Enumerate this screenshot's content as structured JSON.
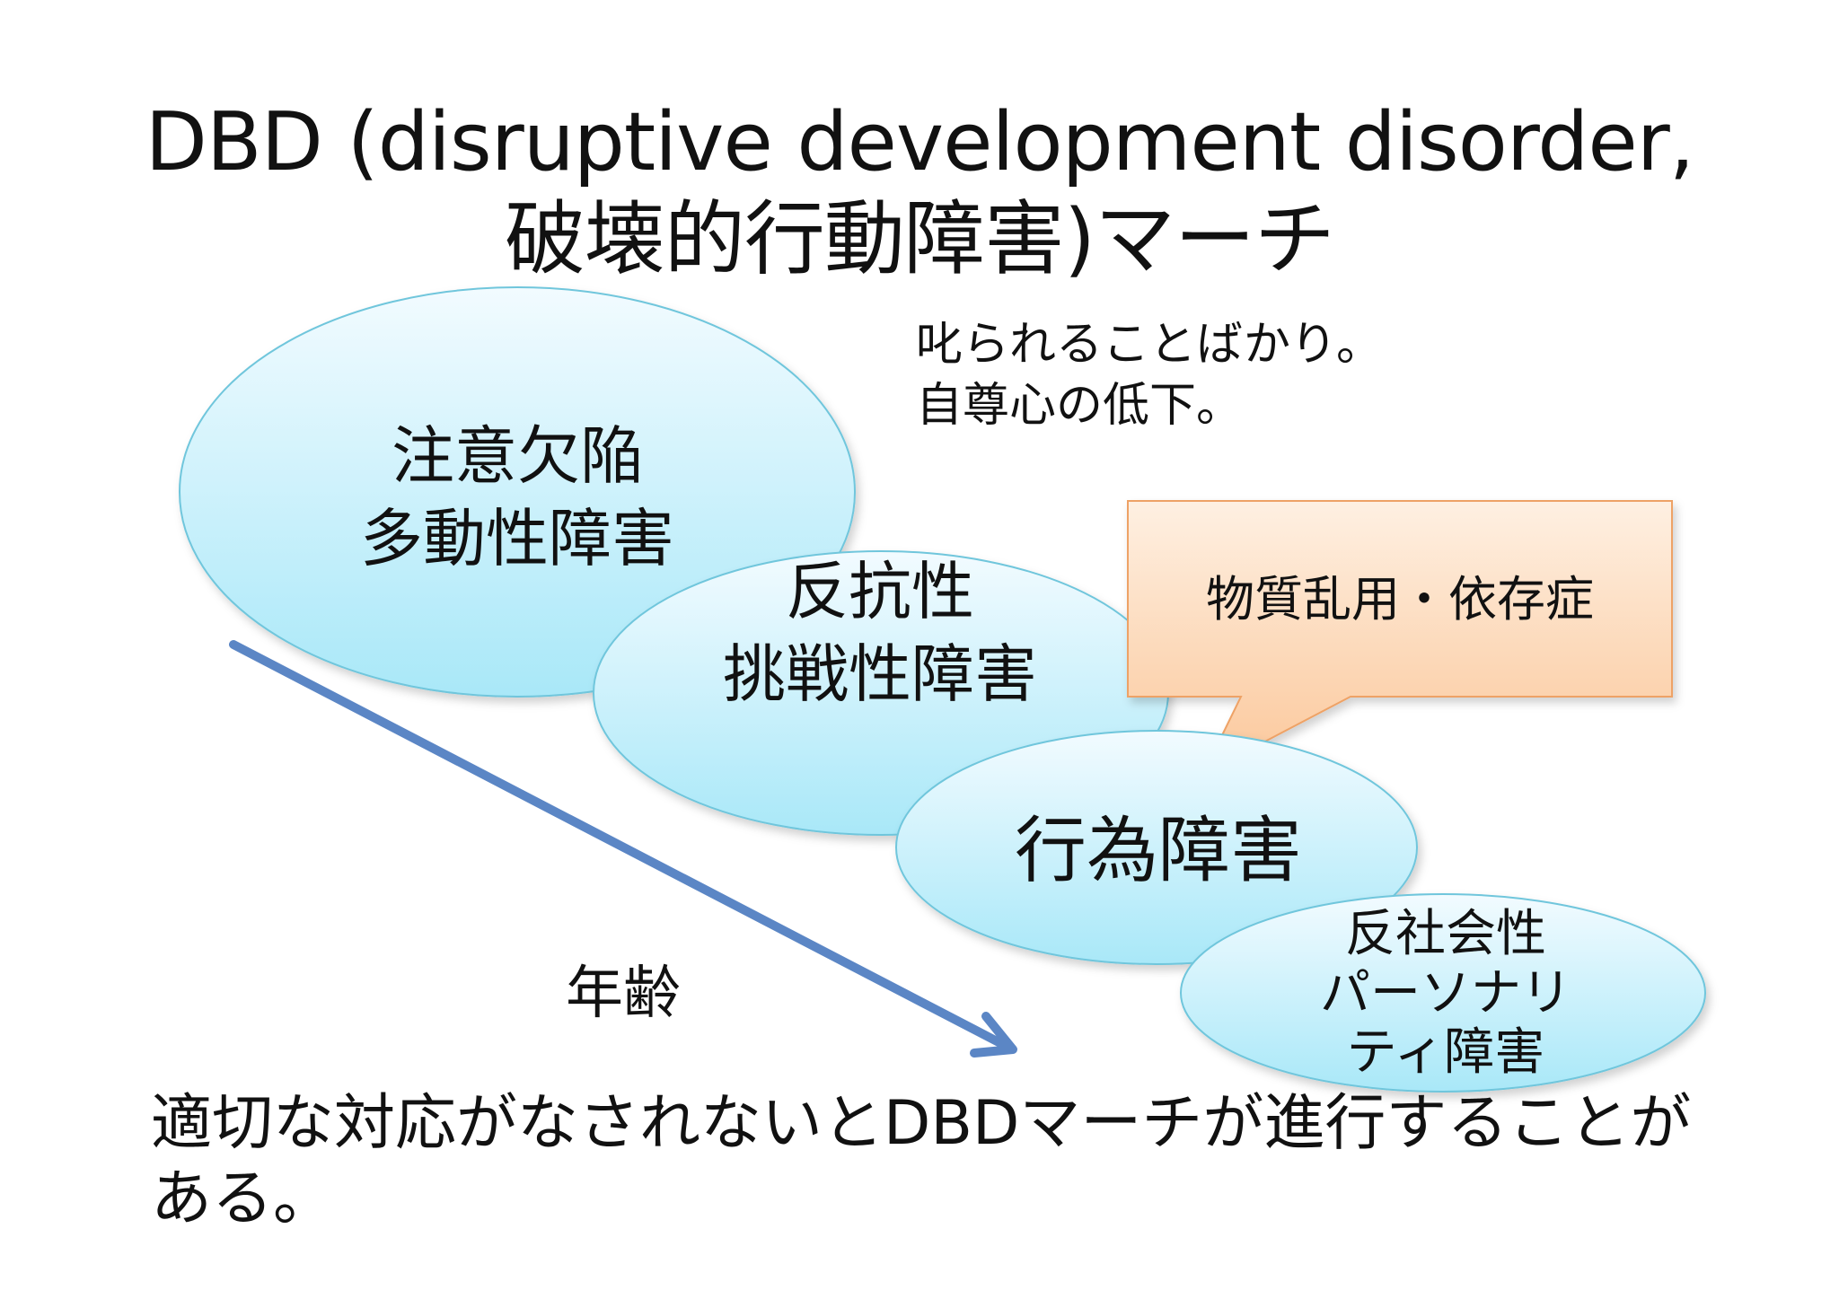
{
  "title": {
    "line1": "DBD (disruptive development disorder,",
    "line2": "破壊的行動障害)マーチ"
  },
  "nodes": {
    "adhd": {
      "line1": "注意欠陥",
      "line2": "多動性障害"
    },
    "odd": {
      "line1": "反抗性",
      "line2": "挑戦性障害"
    },
    "cd": {
      "line1": "行為障害"
    },
    "aspd": {
      "line1": "反社会性",
      "line2": "パーソナリ",
      "line3": "ティ障害"
    }
  },
  "callout": {
    "text": "物質乱用・依存症"
  },
  "note": {
    "line1": "叱られることばかり。",
    "line2": "自尊心の低下。"
  },
  "arrow_label": "年齢",
  "conclusion": {
    "line1": "適切な対応がなされないとDBDマーチが進行することが",
    "line2": "ある。"
  },
  "colors": {
    "ellipse_fill_top": "#f2fbff",
    "ellipse_fill_bottom": "#a9e8f8",
    "ellipse_stroke": "#6fc6dc",
    "callout_fill_top": "#fef0e2",
    "callout_fill_bottom": "#fbc79a",
    "callout_stroke": "#eea266",
    "arrow": "#5b86c5"
  }
}
